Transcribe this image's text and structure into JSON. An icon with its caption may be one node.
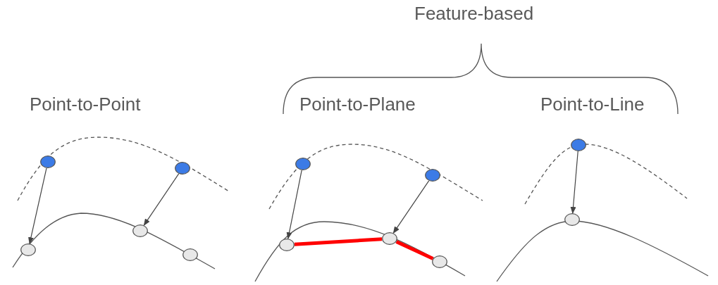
{
  "diagram": {
    "nodes": [
      {
        "text": [],
        "shape": "circle"
      },
      {
        "text": [],
        "shape": "circle"
      },
      {
        "text": [],
        "shape": "circle"
      },
      {
        "text": [],
        "shape": "circle"
      },
      {
        "text": [],
        "shape": "circle"
      },
      {
        "text": [],
        "shape": "circle"
      },
      {
        "text": [],
        "shape": "circle"
      },
      {
        "text": [],
        "shape": "circle"
      },
      {
        "text": [],
        "shape": "circle"
      },
      {
        "text": [],
        "shape": "circle"
      },
      {
        "text": [],
        "shape": "circle"
      },
      {
        "text": [],
        "shape": "circle"
      }
    ],
    "edges": [
      {
        "from": 1,
        "to": 0,
        "arrow": "to"
      },
      {
        "from": 3,
        "to": 2,
        "arrow": "to"
      },
      {
        "from": 6,
        "to": 5,
        "arrow": "to"
      },
      {
        "from": 8,
        "to": 7,
        "arrow": "to"
      },
      {
        "from": 5,
        "to": 7,
        "arrow": "none",
        "style": "thick",
        "color": "#ff0000"
      },
      {
        "from": 7,
        "to": 9,
        "arrow": "none",
        "style": "thick",
        "color": "#ff0000"
      },
      {
        "from": 11,
        "to": 10,
        "arrow": "to"
      }
    ],
    "labels": [
      "Feature-based",
      "Point-to-Point",
      "Point-to-Plane",
      "Point-to-Line"
    ]
  }
}
